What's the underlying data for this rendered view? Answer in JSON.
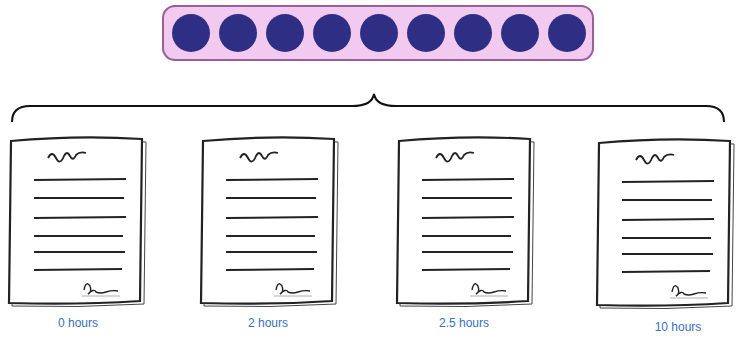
{
  "diagram": {
    "labels": [
      "0 hours",
      "2 hours",
      "2.5 hours",
      "10 hours"
    ]
  }
}
